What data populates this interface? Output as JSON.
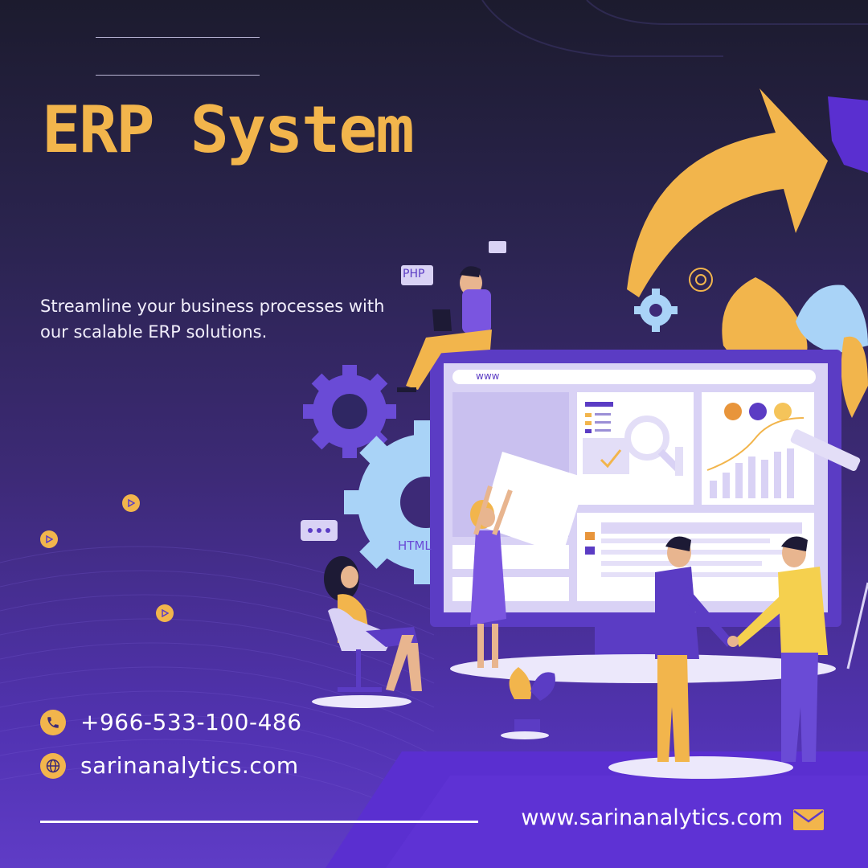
{
  "poster": {
    "title": "ERP System",
    "tagline": "Streamline your business processes with our scalable ERP solutions.",
    "contacts": {
      "phone": "+966-533-100-486",
      "site": "sarinanalytics.com"
    },
    "footer": {
      "url": "www.sarinanalytics.com"
    },
    "illustration": {
      "php_label": "PHP",
      "html_label": "HTML",
      "browser_url": "www"
    },
    "icons": {
      "phone": "phone-icon",
      "globe": "globe-icon",
      "mail": "mail-icon",
      "play": "play-icon"
    },
    "colors": {
      "accent": "#f2b54c",
      "primary_purple": "#5b3cc4",
      "dark_navy": "#1c1b2e",
      "light_blue": "#a9d3f7",
      "lavender": "#d9d2f5"
    }
  }
}
